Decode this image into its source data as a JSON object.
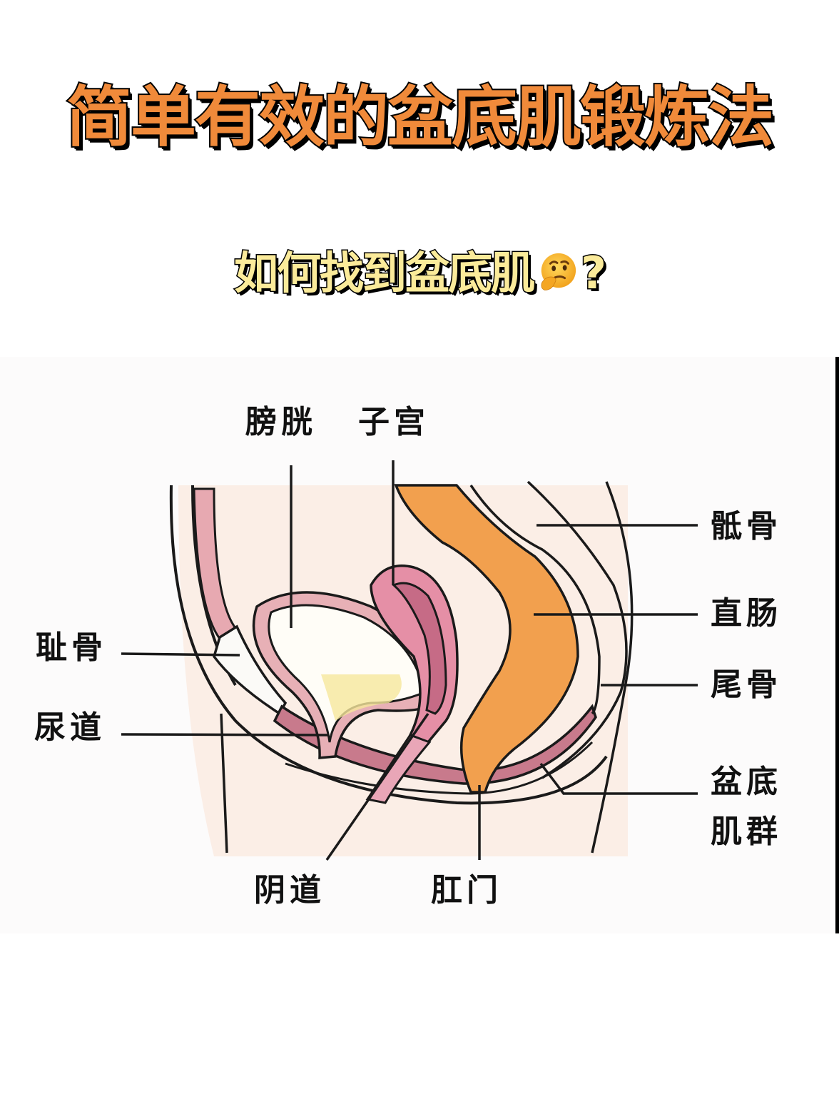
{
  "title": "简单有效的盆底肌锻炼法",
  "subtitle": {
    "text": "如何找到盆底肌",
    "emoji": "thinking-face-emoji",
    "suffix": "?"
  },
  "diagram": {
    "labels": {
      "bladder": "膀胱",
      "uterus": "子宫",
      "sacrum": "骶骨",
      "rectum": "直肠",
      "coccyx": "尾骨",
      "pelvic_floor_line1": "盆底",
      "pelvic_floor_line2": "肌群",
      "pubic_bone": "耻骨",
      "urethra": "尿道",
      "vagina": "阴道",
      "anus": "肛门"
    },
    "colors": {
      "title_fill": "#f08a3a",
      "subtitle_fill": "#fbeb9a",
      "rectum": "#f2a04e",
      "uterus_pink": "#e58fa6",
      "uterus_dark": "#c66b86",
      "muscle": "#c87a8c",
      "bladder_wall": "#e7b0b6",
      "urine": "#f6e79c",
      "background_tissue": "#fbeee6",
      "outline": "#1a1a1a"
    }
  }
}
